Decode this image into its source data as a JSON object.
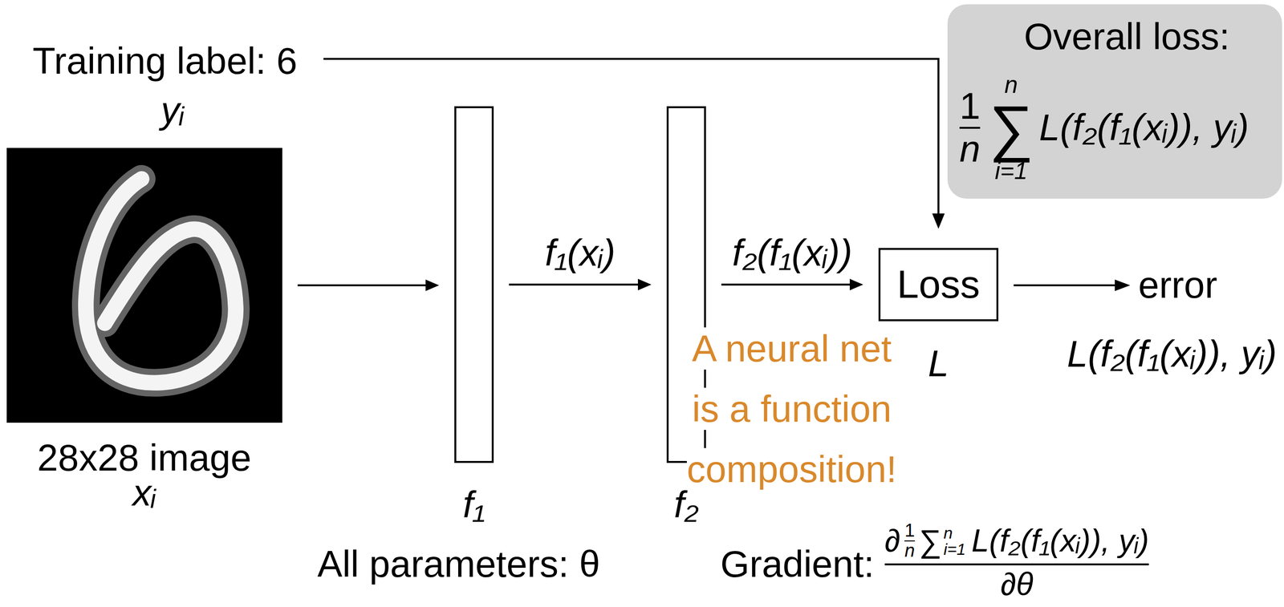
{
  "diagram": {
    "nodes": [
      {
        "text": [
          "28x28 image",
          "xᵢ"
        ]
      },
      {
        "text": [
          "f₁"
        ]
      },
      {
        "text": [
          "f₂"
        ]
      },
      {
        "text": [
          "Loss",
          "L"
        ]
      },
      {
        "text": [
          "Overall loss:",
          "1",
          "n",
          "n",
          "∑",
          "i=1",
          "L(f₂(f₁(xᵢ)), yᵢ)"
        ]
      }
    ],
    "edges": [
      {
        "from": 0,
        "to": 1,
        "arrow": "to"
      },
      {
        "from": 1,
        "to": 2,
        "label": "f₁(xᵢ)",
        "arrow": "to"
      },
      {
        "from": 2,
        "to": 3,
        "label": "f₂(f₁(xᵢ))",
        "arrow": "to"
      }
    ],
    "labels": [
      "Training label: 6",
      "yᵢ",
      "error",
      "L(f₂(f₁(xᵢ)), yᵢ)",
      "A neural net is a function composition!",
      "All parameters: θ",
      "Gradient:",
      "∂",
      "1",
      "n",
      "∑",
      "n",
      "i=1",
      "L(f₂(f₁(xᵢ)), yᵢ)",
      "∂θ"
    ]
  }
}
